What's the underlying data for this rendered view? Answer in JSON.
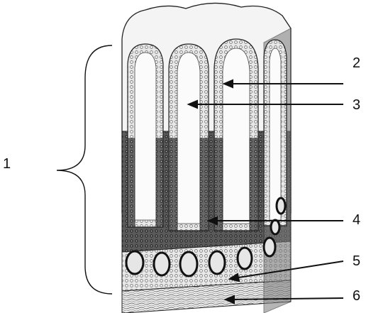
{
  "labels": {
    "l1": "1",
    "l2": "2",
    "l3": "3",
    "l4": "4",
    "l5": "5",
    "l6": "6"
  },
  "colors": {
    "ink": "#111111",
    "tissue_light": "#f2f2f2",
    "tissue_mid": "#8a8a8a",
    "tissue_dark": "#3a3a3a",
    "background": "#ffffff"
  }
}
